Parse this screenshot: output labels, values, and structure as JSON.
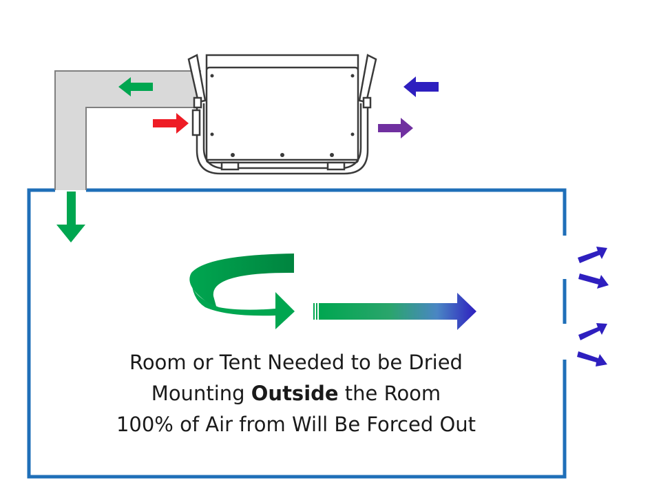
{
  "colors": {
    "room_wall": "#1F6FB8",
    "duct_fill": "#D9D9D9",
    "duct_stroke": "#7F7F7F",
    "machine_stroke": "#3A3A3A",
    "arrow_green": "#00A650",
    "arrow_dark_green": "#00843F",
    "arrow_red": "#EE1C25",
    "arrow_blue": "#2E1FBF",
    "arrow_purple": "#7030A0"
  },
  "icons": {
    "machine": "dehumidifier-unit-icon",
    "circulation": "curved-circular-arrow-icon"
  },
  "caption": {
    "line1": "Room or Tent Needed to be Dried",
    "line2_prefix": "Mounting ",
    "line2_bold": "Outside",
    "line2_suffix": " the Room",
    "line3": "100% of Air from Will Be Forced Out"
  }
}
